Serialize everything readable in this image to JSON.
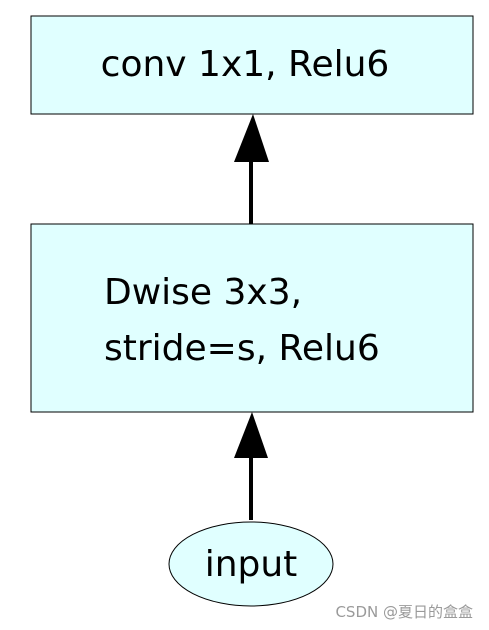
{
  "nodes": {
    "top": {
      "label": "conv 1x1, Relu6"
    },
    "middle": {
      "line1": "Dwise 3x3,",
      "line2": "stride=s, Relu6"
    },
    "input": {
      "label": "input"
    }
  },
  "colors": {
    "box_fill": "#e0ffff",
    "stroke": "#000000"
  },
  "watermark": "CSDN @夏日的盒盒"
}
